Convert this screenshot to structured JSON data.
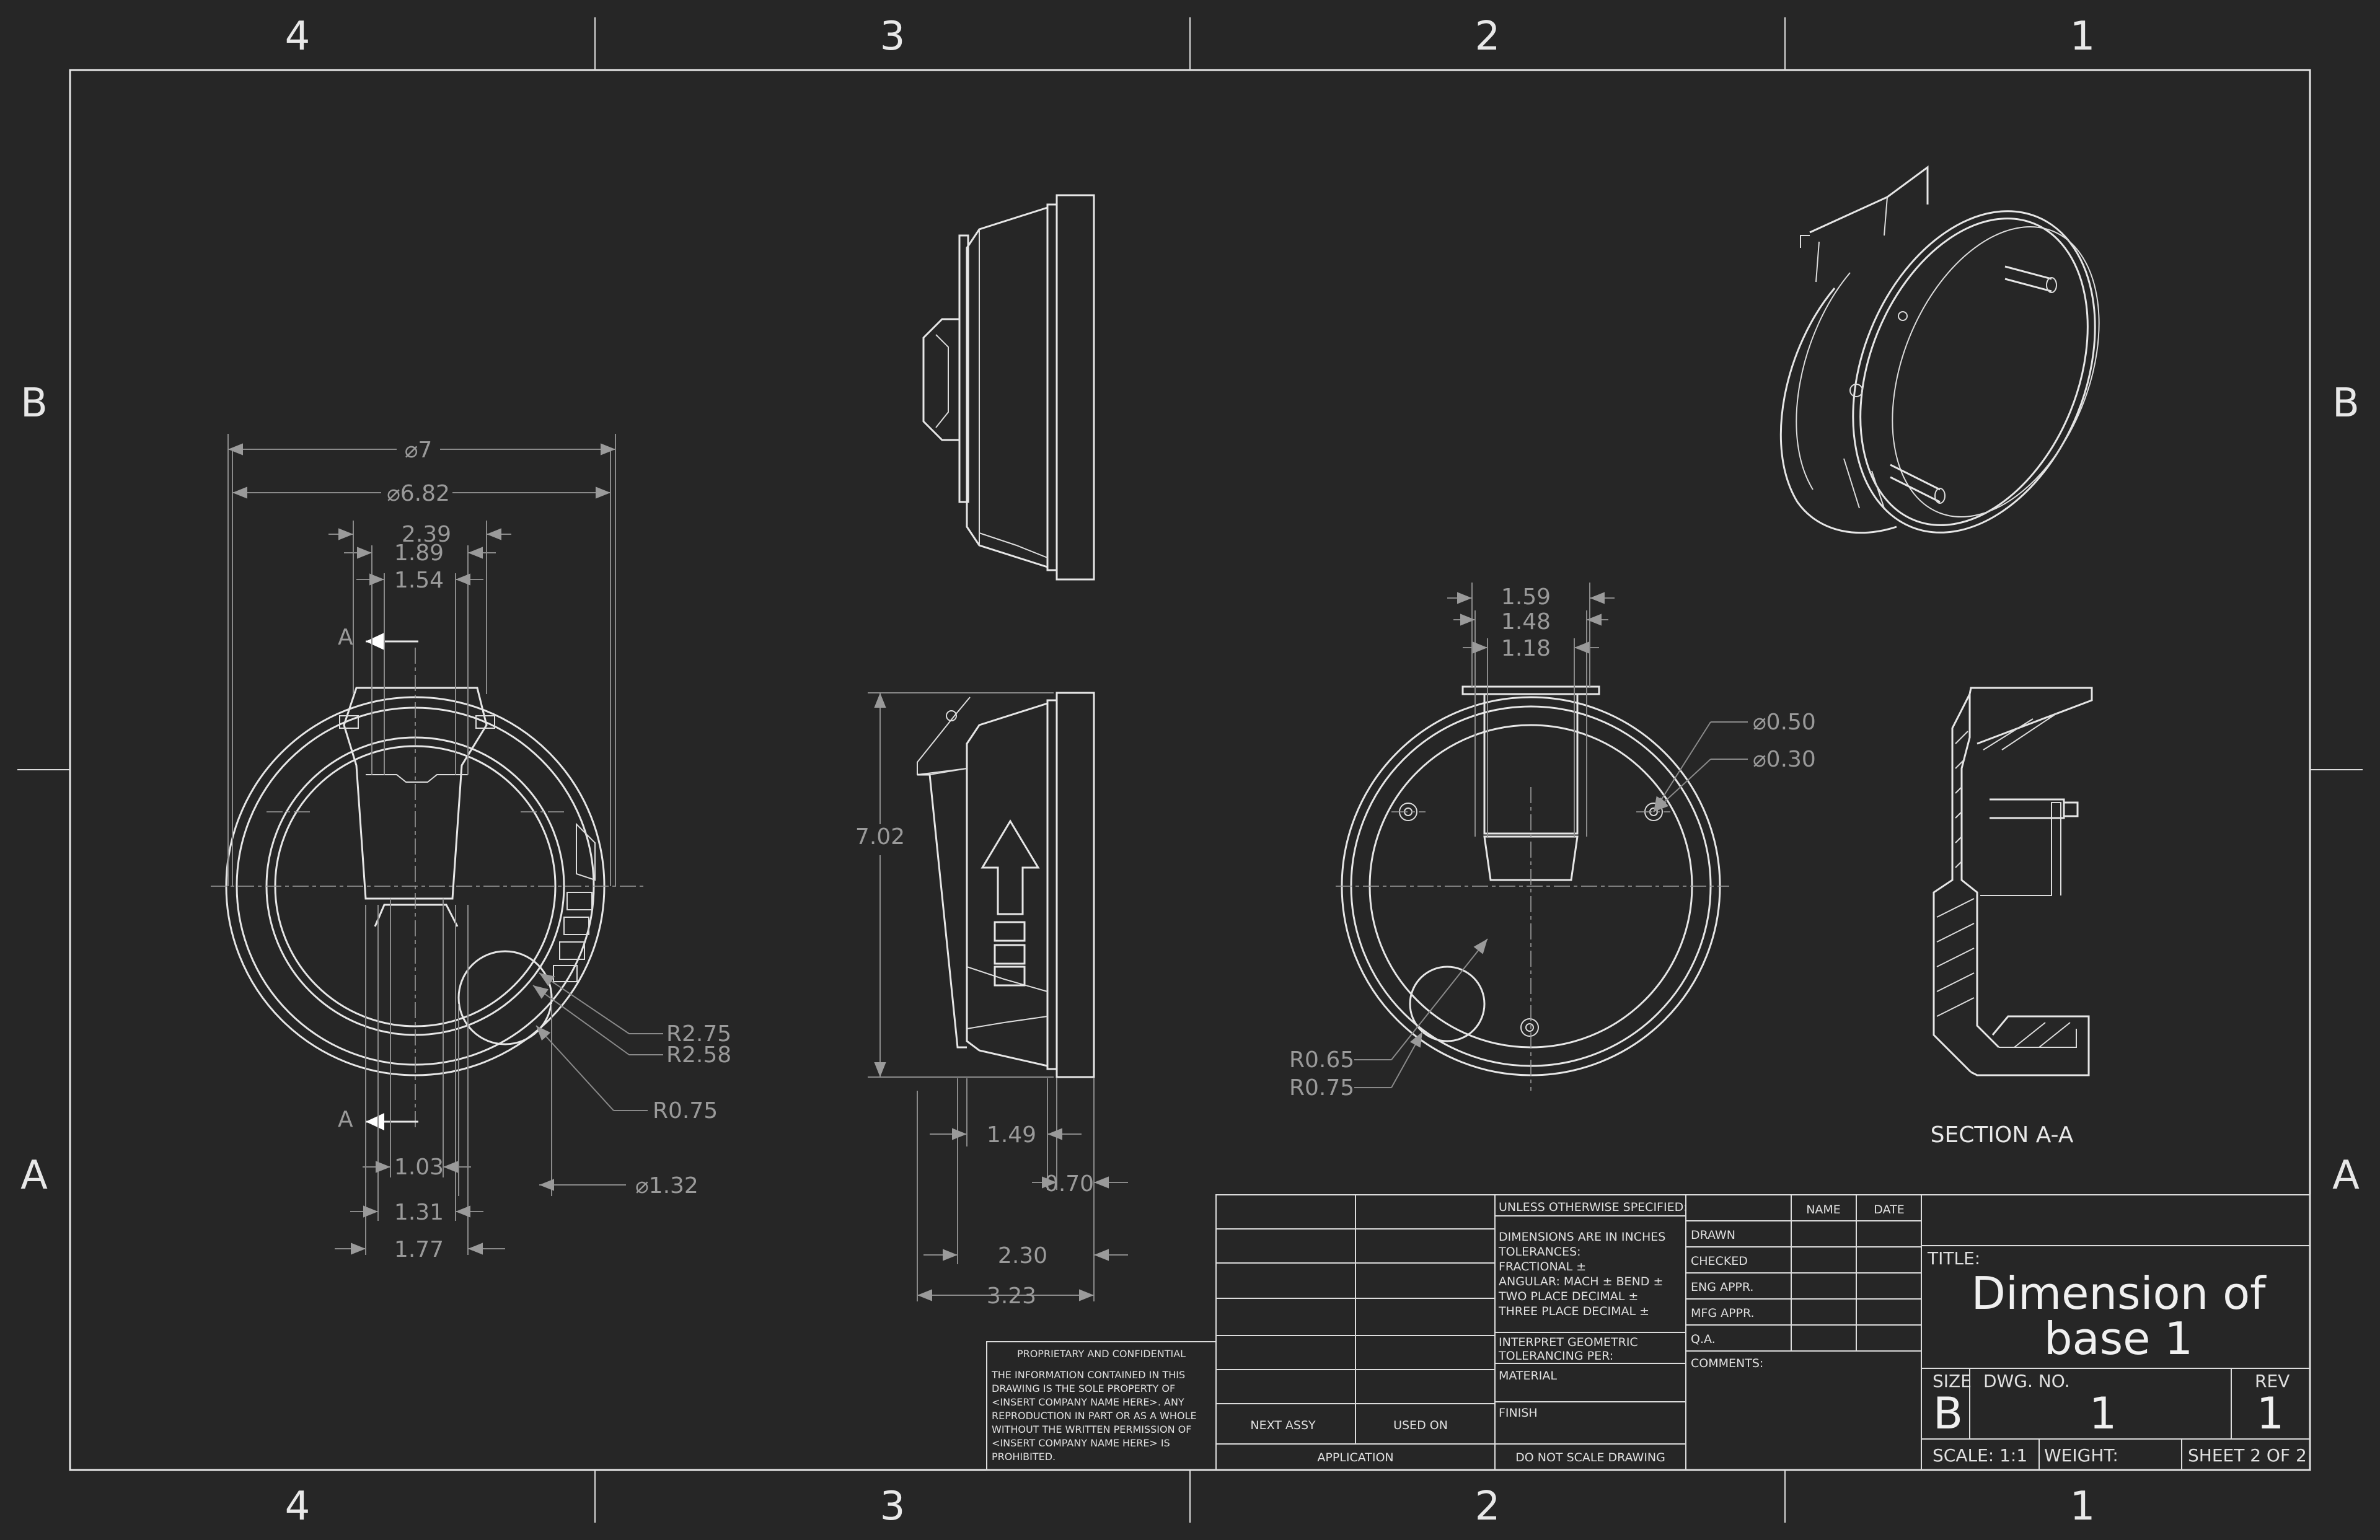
{
  "zones": {
    "columns": [
      "4",
      "3",
      "2",
      "1"
    ],
    "rows": [
      "B",
      "A"
    ]
  },
  "front_view": {
    "dims": [
      "⌀7",
      "⌀6.82",
      "2.39",
      "1.89",
      "1.54",
      "R2.75",
      "R2.58",
      "R0.75",
      "1.03",
      "1.31",
      "1.77",
      "⌀1.32"
    ],
    "section_marker": "A"
  },
  "side_view": {
    "dims": [
      "7.02",
      "1.49",
      "0.70",
      "2.30",
      "3.23"
    ]
  },
  "back_view": {
    "dims": [
      "1.59",
      "1.48",
      "1.18",
      "⌀0.50",
      "⌀0.30",
      "R0.65",
      "R0.75"
    ]
  },
  "section_view": {
    "label": "SECTION A-A"
  },
  "title_block": {
    "unless_specified": "UNLESS OTHERWISE SPECIFIED:",
    "name_col": "NAME",
    "date_col": "DATE",
    "tolerance_lines": [
      "DIMENSIONS ARE IN INCHES",
      "TOLERANCES:",
      "FRACTIONAL ±",
      "ANGULAR: MACH ±     BEND ±",
      "TWO PLACE DECIMAL    ±",
      "THREE PLACE DECIMAL  ±"
    ],
    "interpret_lines": [
      "INTERPRET GEOMETRIC",
      "TOLERANCING PER:"
    ],
    "material": "MATERIAL",
    "finish": "FINISH",
    "do_not_scale": "DO NOT SCALE DRAWING",
    "roles": [
      "DRAWN",
      "CHECKED",
      "ENG APPR.",
      "MFG APPR.",
      "Q.A."
    ],
    "comments": "COMMENTS:",
    "title_label": "TITLE:",
    "title_lines": [
      "Dimension of",
      "base 1"
    ],
    "size_label": "SIZE",
    "size_value": "B",
    "dwg_no_label": "DWG.  NO.",
    "dwg_no_value": "1",
    "rev_label": "REV",
    "rev_value": "1",
    "scale": "SCALE: 1:1",
    "weight": "WEIGHT:",
    "sheet": "SHEET 2 OF 2",
    "next_assy": "NEXT ASSY",
    "used_on": "USED ON",
    "application": "APPLICATION",
    "proprietary_title": "PROPRIETARY AND CONFIDENTIAL",
    "proprietary_lines": [
      "THE INFORMATION CONTAINED IN THIS",
      "DRAWING IS THE SOLE PROPERTY OF",
      "<INSERT COMPANY NAME HERE>.  ANY",
      "REPRODUCTION IN PART OR AS A WHOLE",
      "WITHOUT THE WRITTEN PERMISSION OF",
      "<INSERT COMPANY NAME HERE> IS",
      "PROHIBITED."
    ]
  }
}
